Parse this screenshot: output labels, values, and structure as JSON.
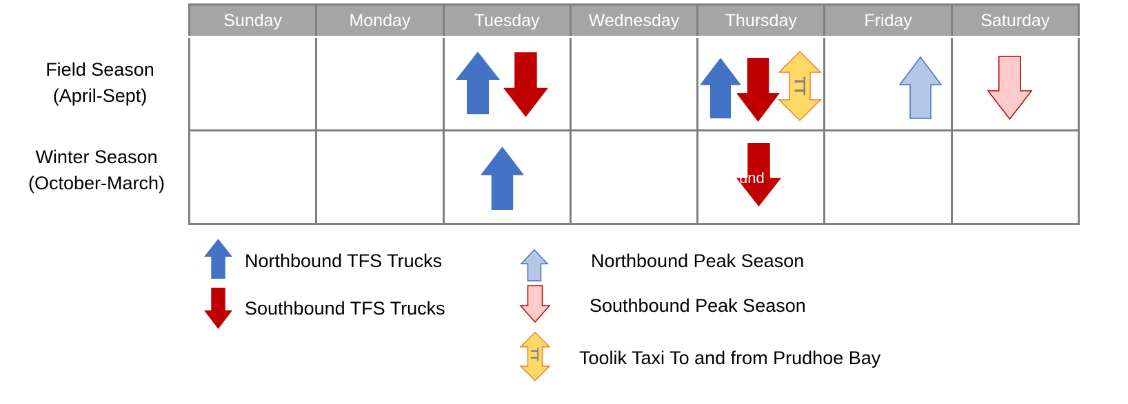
{
  "days": [
    "Sunday",
    "Monday",
    "Tuesday",
    "Wednesday",
    "Thursday",
    "Friday",
    "Saturday"
  ],
  "rows": [
    {
      "label_line1": "Field Season",
      "label_line2": "(April-Sept)"
    },
    {
      "label_line1": "Winter Season",
      "label_line2": "(October-March)"
    }
  ],
  "colors": {
    "northbound": "#4472c4",
    "southbound": "#c00000",
    "north_peak": "#b4c7e7",
    "south_peak": "#ffcccc",
    "taxi": "#ffd966",
    "header": "#a5a5a5"
  },
  "taxi_mark": "TT",
  "winter_thursday_overlay": "und",
  "legend": {
    "northbound": "Northbound TFS Trucks",
    "southbound": "Southbound TFS Trucks",
    "north_peak": "Northbound Peak Season",
    "south_peak": "Southbound Peak Season",
    "taxi": "Toolik Taxi To and from Prudhoe Bay"
  }
}
